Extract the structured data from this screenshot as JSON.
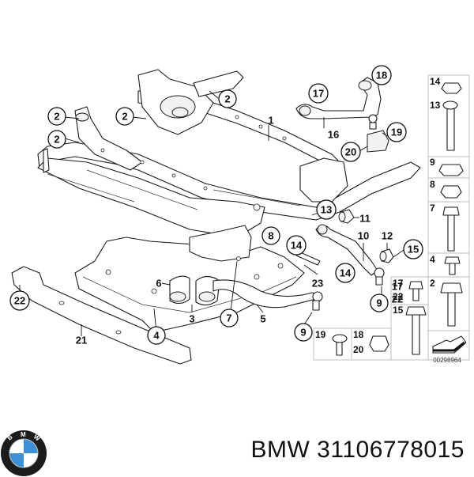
{
  "diagram": {
    "title": "Front axle carrier / subframe exploded view",
    "reference_code": "00298964",
    "callouts_circled": [
      {
        "id": "c2a",
        "label": "2"
      },
      {
        "id": "c2b",
        "label": "2"
      },
      {
        "id": "c2c",
        "label": "2"
      },
      {
        "id": "c2d",
        "label": "2"
      },
      {
        "id": "c17",
        "label": "17"
      },
      {
        "id": "c18",
        "label": "18"
      },
      {
        "id": "c19",
        "label": "19"
      },
      {
        "id": "c20",
        "label": "20"
      },
      {
        "id": "c13",
        "label": "13"
      },
      {
        "id": "c8",
        "label": "8"
      },
      {
        "id": "c14a",
        "label": "14"
      },
      {
        "id": "c14b",
        "label": "14"
      },
      {
        "id": "c15",
        "label": "15"
      },
      {
        "id": "c9a",
        "label": "9"
      },
      {
        "id": "c9b",
        "label": "9"
      },
      {
        "id": "c7",
        "label": "7"
      },
      {
        "id": "c4",
        "label": "4"
      },
      {
        "id": "c22",
        "label": "22"
      }
    ],
    "callouts_plain": [
      {
        "id": "p1",
        "label": "1"
      },
      {
        "id": "p16",
        "label": "16"
      },
      {
        "id": "p11",
        "label": "11"
      },
      {
        "id": "p10",
        "label": "10"
      },
      {
        "id": "p12",
        "label": "12"
      },
      {
        "id": "p6",
        "label": "6"
      },
      {
        "id": "p23",
        "label": "23"
      },
      {
        "id": "p17",
        "label": "17"
      },
      {
        "id": "p22",
        "label": "22"
      },
      {
        "id": "p3",
        "label": "3"
      },
      {
        "id": "p5",
        "label": "5"
      },
      {
        "id": "p21",
        "label": "21"
      }
    ],
    "hardware_kit": {
      "right_column": [
        "14",
        "13",
        "9",
        "8",
        "7",
        "4",
        "2"
      ],
      "middle_column": [
        "17",
        "22",
        "15"
      ],
      "bottom_row": [
        "19",
        "18",
        "20"
      ]
    }
  },
  "footer": {
    "brand_logo": "bmw-roundel-icon",
    "logo_letters": "BMW",
    "part_number_text": "BMW 31106778015"
  },
  "colors": {
    "logo_blue": "#3d8fd6",
    "logo_ring": "#1c1c1c",
    "line": "#1a1a1a"
  }
}
